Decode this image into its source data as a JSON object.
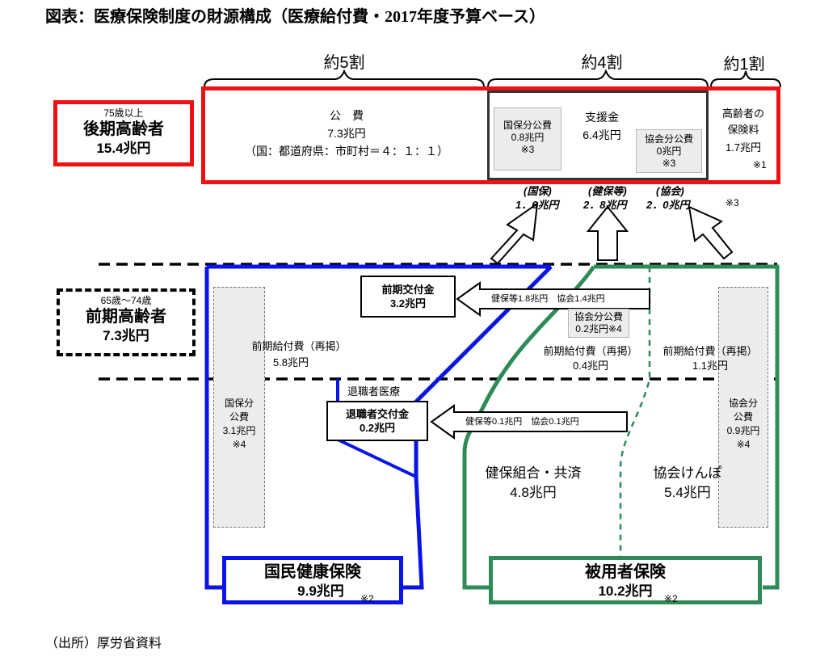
{
  "title": "図表：医療保険制度の財源構成（医療給付費・2017年度予算ベース）",
  "source": "（出所）厚労省資料",
  "colors": {
    "red": "#ee1111",
    "blue": "#0a14e6",
    "green": "#2e8b57",
    "gray_box": "#ececec"
  },
  "top_shares": {
    "share_5": "約5割",
    "share_4": "約4割",
    "share_1": "約1割"
  },
  "late_elderly": {
    "age": "75歳以上",
    "name": "後期高齢者",
    "amount": "15.4兆円"
  },
  "public_cost": {
    "name": "公　費",
    "amount": "7.3兆円",
    "ratio": "（国：都道府県：市町村＝４：１：１）"
  },
  "support": {
    "name": "支援金",
    "amount": "6.4兆円",
    "kokuho_box": {
      "label": "国保分公費",
      "amount": "0.8兆円",
      "note": "※3"
    },
    "kyokai_box": {
      "label": "協会分公費",
      "amount": "0兆円",
      "note": "※3"
    }
  },
  "premium": {
    "line1": "高齢者の",
    "line2": "保険料",
    "amount": "1.7兆円",
    "note": "※1"
  },
  "contributions": {
    "kokuho_label": "(国保)",
    "kokuho_amount": "1．6兆円",
    "kenpo_label": "(健保等)",
    "kenpo_amount": "2．8兆円",
    "kyokai_label": "(協会)",
    "kyokai_amount": "2．0兆円",
    "note": "※3"
  },
  "early_elderly": {
    "age": "65歳～74歳",
    "name": "前期高齢者",
    "amount": "7.3兆円"
  },
  "early_grant": {
    "name": "前期交付金",
    "amount": "3.2兆円",
    "arrow_text": "健保等1.8兆円　協会1.4兆円"
  },
  "kyokai_public2": {
    "label": "協会分公費",
    "amount": "0.2兆円※4"
  },
  "early_benefit_1": {
    "label": "前期給付費（再掲）",
    "amount": "5.8兆円"
  },
  "early_benefit_2": {
    "label": "前期給付費（再掲）",
    "amount": "0.4兆円"
  },
  "early_benefit_3": {
    "label": "前期給付費（再掲）",
    "amount": "1.1兆円"
  },
  "retiree": {
    "header": "退職者医療",
    "name": "退職者交付金",
    "amount": "0.2兆円",
    "arrow_text": "健保等0.1兆円　協会0.1兆円"
  },
  "kokuho_public": {
    "line1": "国保分",
    "line2": "公費",
    "amount": "3.1兆円",
    "note": "※4"
  },
  "kyokai_public3": {
    "line1": "協会分",
    "line2": "公費",
    "amount": "0.9兆円",
    "note": "※4"
  },
  "kenpo_kumiai": {
    "name": "健保組合・共済",
    "amount": "4.8兆円"
  },
  "kyokai_kenpo": {
    "name": "協会けんぽ",
    "amount": "5.4兆円"
  },
  "nhi": {
    "name": "国民健康保険",
    "amount": "9.9兆円",
    "note": "※2"
  },
  "employee": {
    "name": "被用者保険",
    "amount": "10.2兆円",
    "note": "※2"
  }
}
